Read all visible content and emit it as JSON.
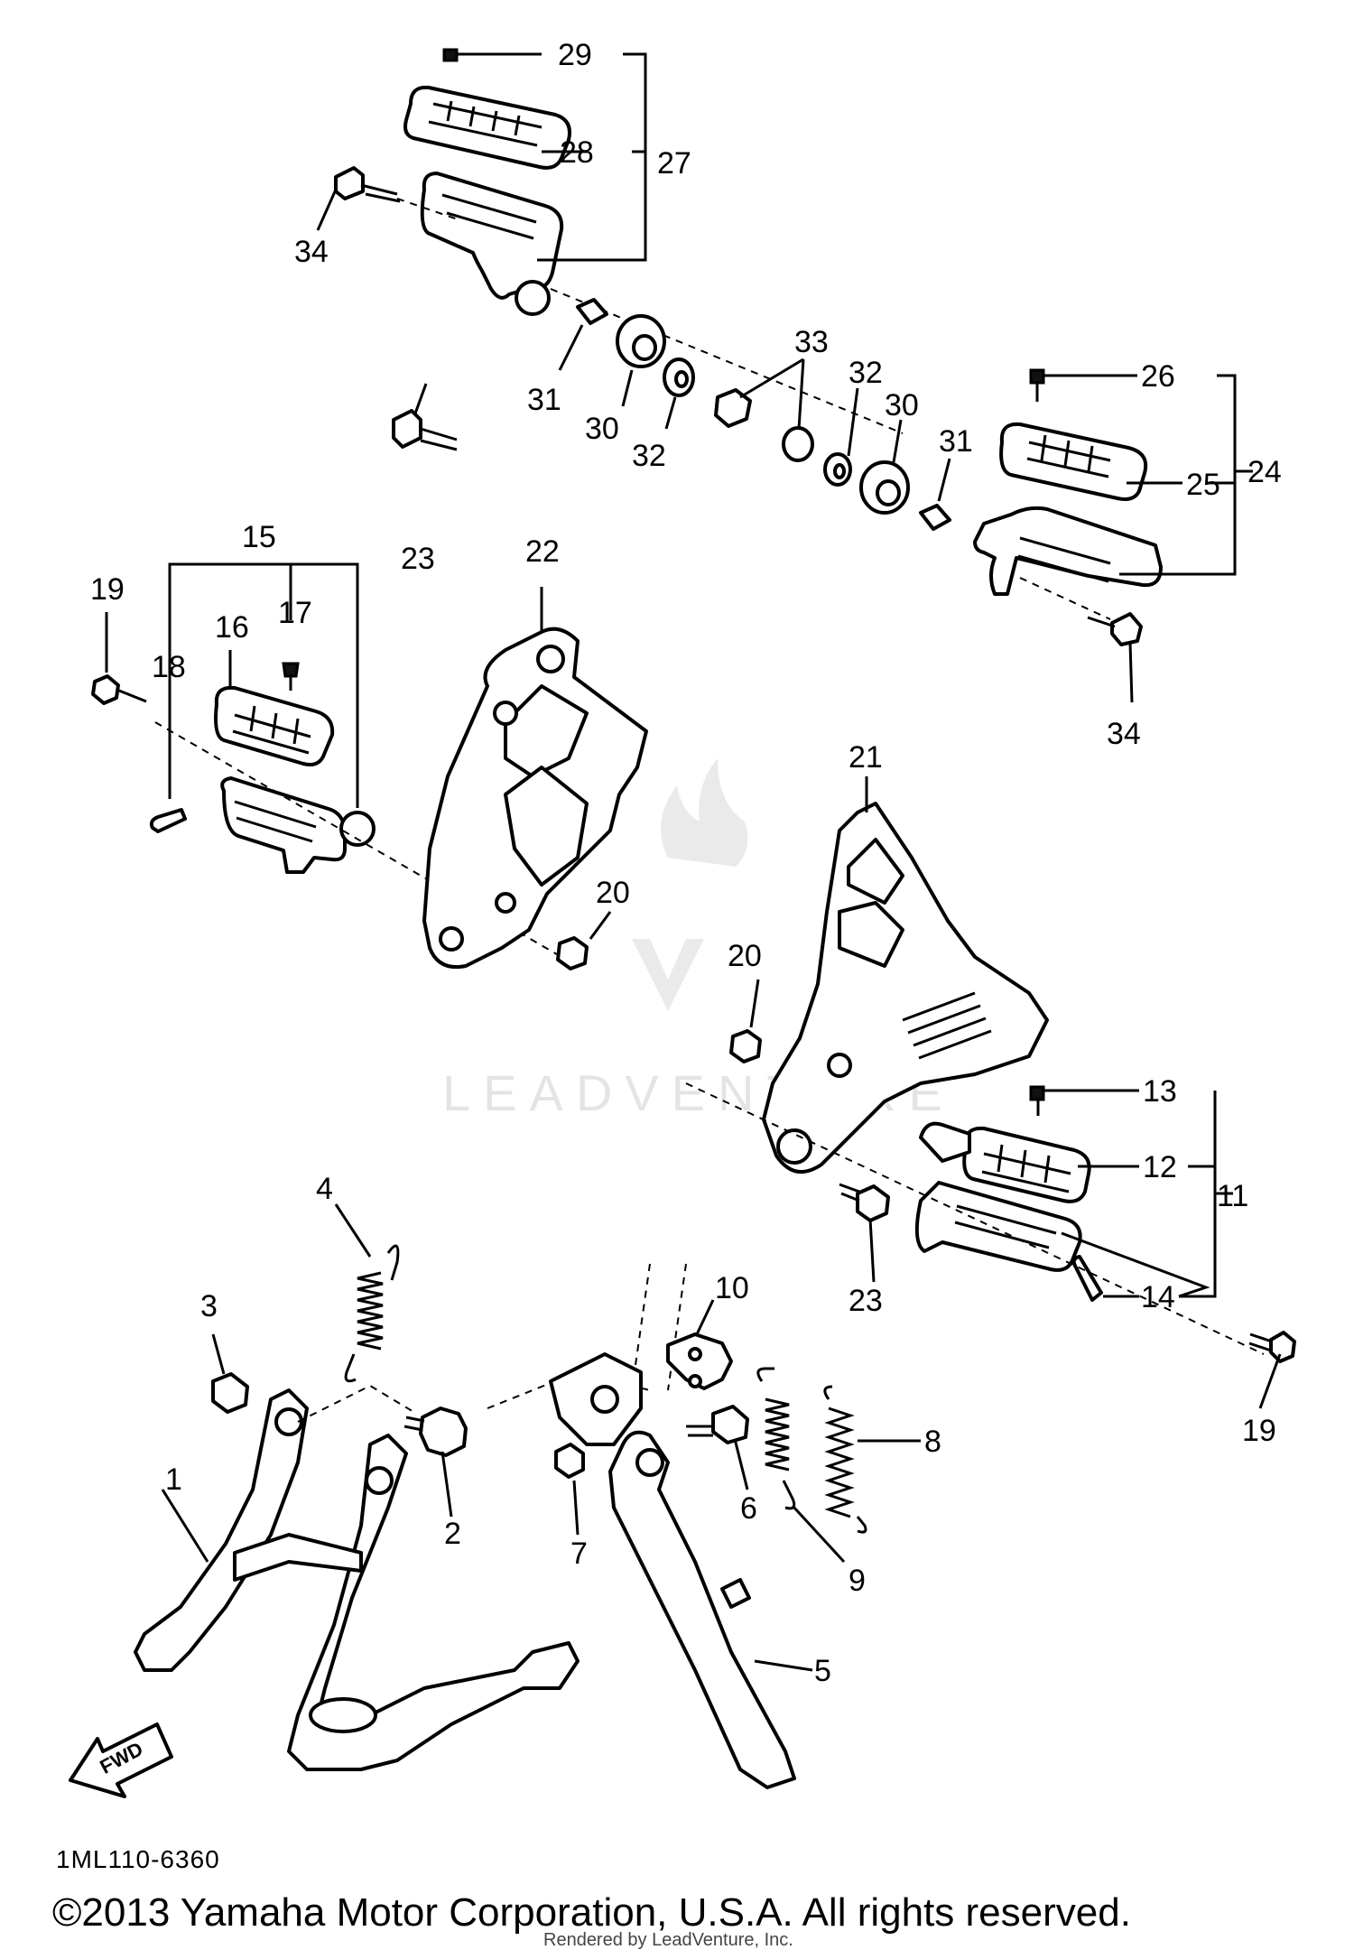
{
  "diagram": {
    "code": "1ML110-6360",
    "copyright": "©2013 Yamaha Motor Corporation, U.S.A. All rights reserved.",
    "rendered_by": "Rendered by LeadVenture, Inc.",
    "watermark": "LEADVENTURE",
    "fwd_label": "FWD",
    "callouts": {
      "c1": "1",
      "c2": "2",
      "c3": "3",
      "c4": "4",
      "c5": "5",
      "c6": "6",
      "c7": "7",
      "c8": "8",
      "c9": "9",
      "c10": "10",
      "c11": "11",
      "c12": "12",
      "c13": "13",
      "c14": "14",
      "c15": "15",
      "c16": "16",
      "c17": "17",
      "c18": "18",
      "c19a": "19",
      "c19b": "19",
      "c20a": "20",
      "c20b": "20",
      "c21": "21",
      "c22": "22",
      "c23a": "23",
      "c23b": "23",
      "c24": "24",
      "c25": "25",
      "c26": "26",
      "c27": "27",
      "c28": "28",
      "c29": "29",
      "c30a": "30",
      "c30b": "30",
      "c31a": "31",
      "c31b": "31",
      "c32a": "32",
      "c32b": "32",
      "c33": "33",
      "c34a": "34",
      "c34b": "34"
    }
  }
}
